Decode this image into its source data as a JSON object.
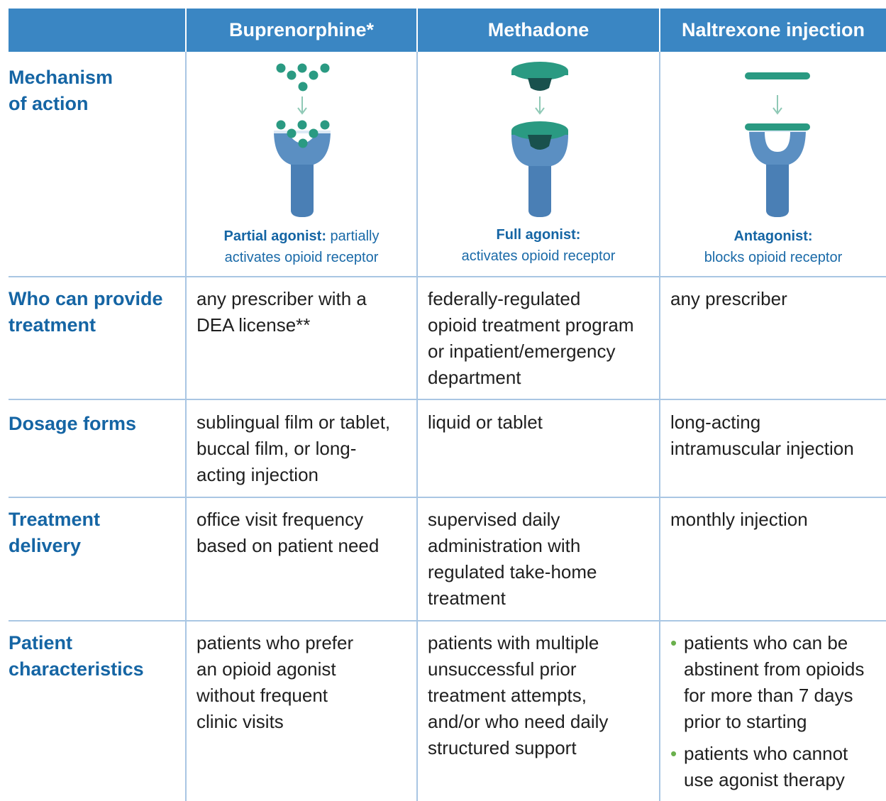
{
  "header": {
    "col1": "Buprenorphine*",
    "col2": "Methadone",
    "col3": "Naltrexone injection"
  },
  "rows": {
    "mechanism": {
      "label_line1": "Mechanism",
      "label_line2": "of action",
      "bup_caption_bold": "Partial agonist:",
      "bup_caption_rest1": " partially",
      "bup_caption_rest2": "activates opioid receptor",
      "met_caption_bold": "Full agonist:",
      "met_caption_rest": "activates opioid receptor",
      "nal_caption_bold": "Antagonist:",
      "nal_caption_rest": "blocks opioid receptor"
    },
    "provider": {
      "label_line1": "Who can provide",
      "label_line2": "treatment",
      "bup": [
        "any prescriber with a",
        "DEA license**"
      ],
      "met": [
        "federally-regulated",
        "opioid treatment program",
        "or inpatient/emergency",
        "department"
      ],
      "nal": [
        "any prescriber"
      ]
    },
    "dosage": {
      "label": "Dosage forms",
      "bup": [
        "sublingual film or tablet,",
        "buccal film, or long-",
        "acting injection"
      ],
      "met": [
        "liquid or tablet"
      ],
      "nal": [
        "long-acting",
        "intramuscular injection"
      ]
    },
    "delivery": {
      "label_line1": "Treatment",
      "label_line2": "delivery",
      "bup": [
        "office visit frequency",
        "based on patient need"
      ],
      "met": [
        "supervised daily",
        "administration with",
        "regulated take-home",
        "treatment"
      ],
      "nal": [
        "monthly injection"
      ]
    },
    "patient": {
      "label_line1": "Patient",
      "label_line2": "characteristics",
      "bup": [
        "patients who prefer",
        "an opioid agonist",
        "without frequent",
        "clinic visits"
      ],
      "met": [
        "patients with multiple",
        "unsuccessful prior",
        "treatment attempts,",
        "and/or who need daily",
        "structured support"
      ],
      "nal_bullet1": [
        "patients who can be",
        "abstinent from opioids",
        "for more than 7 days",
        "prior to starting"
      ],
      "nal_bullet2": [
        "patients who cannot",
        "use agonist therapy"
      ]
    }
  },
  "colors": {
    "header_bg": "#3a86c3",
    "label_blue": "#1565a4",
    "receptor_blue": "#5b8fc2",
    "drug_teal": "#2a9a82",
    "bullet_green": "#6ab04c",
    "divider": "#a9c6e3"
  }
}
